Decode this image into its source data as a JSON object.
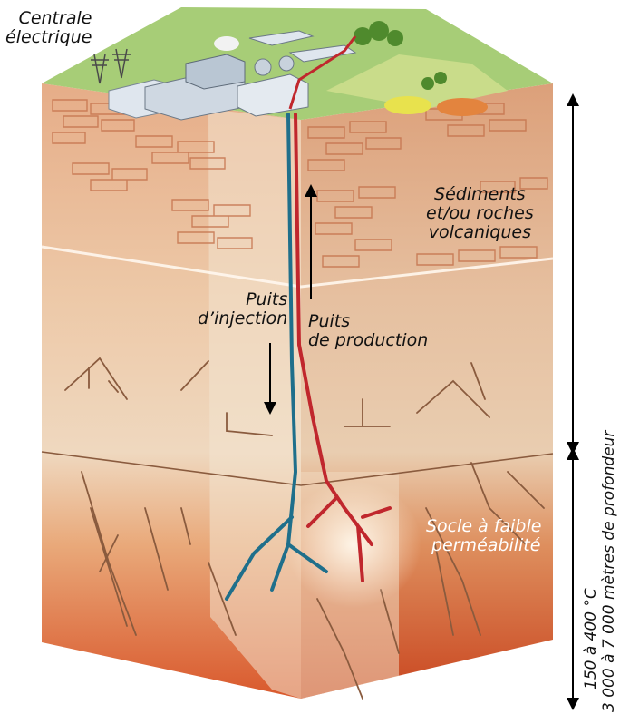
{
  "labels": {
    "power_plant": [
      "Centrale",
      "électrique"
    ],
    "sediments": [
      "Sédiments",
      "et/ou roches",
      "volcaniques"
    ],
    "injection_well": [
      "Puits",
      "d’injection"
    ],
    "production_well": [
      "Puits",
      "de production"
    ],
    "basement": [
      "Socle à faible",
      "perméabilité"
    ],
    "depth": "3 000 à 7 000 mètres de profondeur",
    "temperature": "150 à 400 °C"
  },
  "colors": {
    "injection": "#1f6f8b",
    "production": "#c0272d",
    "grass": "#9cc66b",
    "sediment": "#e9b48f",
    "basement_top": "#efd2b6",
    "basement_bottom": "#d4502a"
  }
}
